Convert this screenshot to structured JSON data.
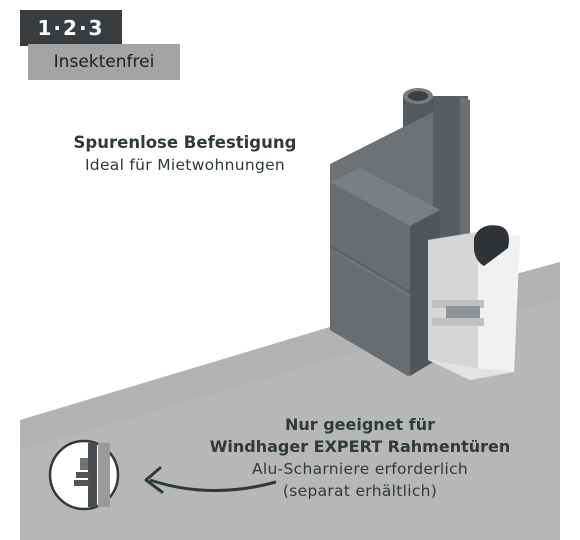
{
  "badge": {
    "steps": "1·2·3"
  },
  "tag": {
    "label": "Insektenfrei"
  },
  "headline": {
    "title": "Spurenlose Befestigung",
    "subtitle": "Ideal für Mietwohnungen"
  },
  "note": {
    "line1": "Nur geeignet für",
    "line2": "Windhager EXPERT Rahmentüren",
    "line3": "Alu-Scharniere erforderlich",
    "line4": "(separat erhältlich)"
  },
  "colors": {
    "badge_bg": "#3a3d40",
    "tag_bg": "#a3a3a3",
    "floor": "#b7b7b7",
    "frame": "#66696c",
    "hinge": "#e3e3e3",
    "text": "#2f3a3c"
  },
  "icons": {
    "hinge_detail": "door-hinge-icon",
    "arrow": "curved-arrow-icon"
  }
}
